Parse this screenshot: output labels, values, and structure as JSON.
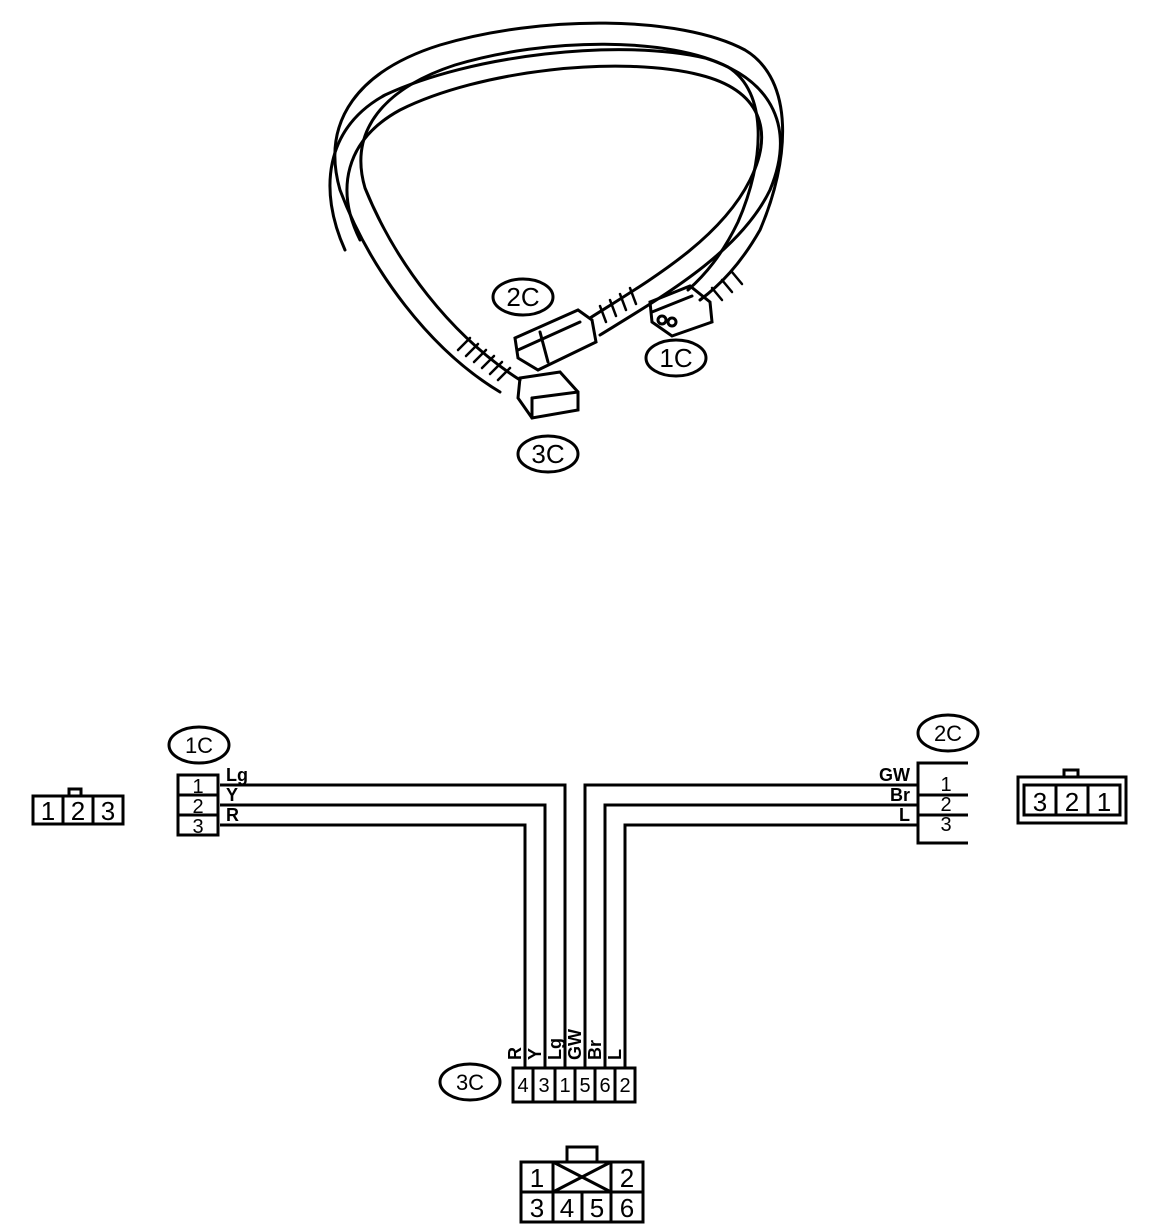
{
  "illustration": {
    "labels": {
      "c2": "2C",
      "c1": "1C",
      "c3": "3C"
    }
  },
  "schematic": {
    "c1": {
      "label": "1C",
      "pins": [
        "1",
        "2",
        "3"
      ],
      "wires": [
        "Lg",
        "Y",
        "R"
      ],
      "face_pins": [
        "1",
        "2",
        "3"
      ]
    },
    "c2": {
      "label": "2C",
      "pins": [
        "1",
        "2",
        "3"
      ],
      "wires": [
        "GW",
        "Br",
        "L"
      ],
      "face_pins": [
        "3",
        "2",
        "1"
      ]
    },
    "c3": {
      "label": "3C",
      "pins": [
        "4",
        "3",
        "1",
        "5",
        "6",
        "2"
      ],
      "wires": [
        "R",
        "Y",
        "Lg",
        "GW",
        "Br",
        "L"
      ],
      "face_top": [
        "1",
        "2"
      ],
      "face_bottom": [
        "3",
        "4",
        "5",
        "6"
      ]
    }
  },
  "colors": {
    "ink": "#000000",
    "paper": "#ffffff"
  }
}
